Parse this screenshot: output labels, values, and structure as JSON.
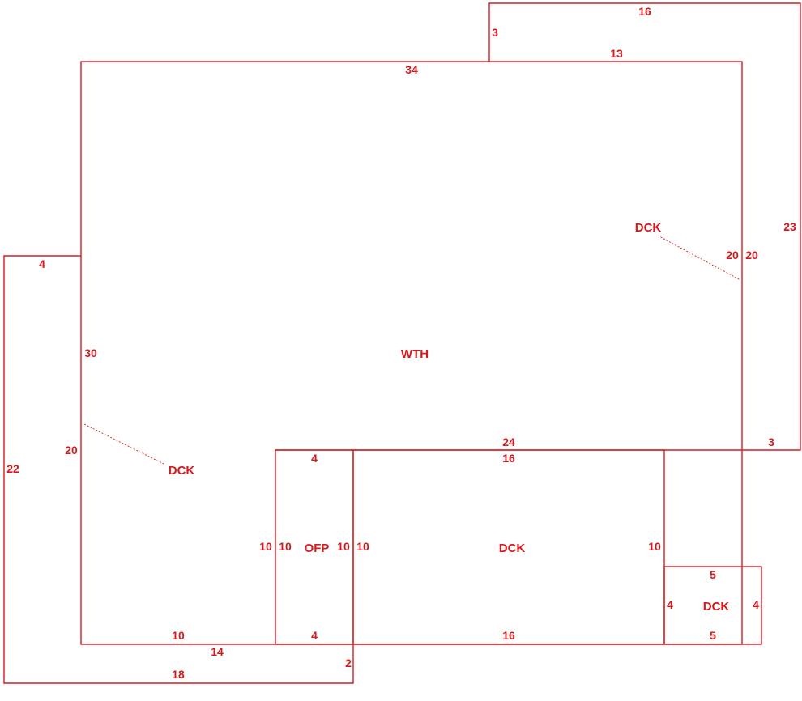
{
  "color": "#e0191e",
  "labels": {
    "main_area": "WTH",
    "deck_upper_right": "DCK",
    "deck_left": "DCK",
    "porch": "OFP",
    "deck_center": "DCK",
    "deck_small": "DCK"
  },
  "dims": {
    "top_ext_top": "16",
    "top_ext_left": "3",
    "top_ext_bottom": "13",
    "main_top": "34",
    "right_outer": "23",
    "right_inner_a": "20",
    "right_inner_b": "20",
    "right_bottom": "3",
    "left_top": "4",
    "main_left": "30",
    "left_inner": "20",
    "left_outer": "22",
    "bottom_left_inner": "10",
    "bottom_left_mid": "14",
    "bottom_outer": "18",
    "bottom_right_step": "2",
    "center_top_outer": "24",
    "center_top_inner": "16",
    "center_bottom": "16",
    "center_right": "10",
    "porch_top": "4",
    "porch_bottom": "4",
    "porch_left_a": "10",
    "porch_left_b": "10",
    "porch_right_a": "10",
    "porch_right_b": "10",
    "small_top": "5",
    "small_bottom": "5",
    "small_left": "4",
    "small_right": "4"
  }
}
